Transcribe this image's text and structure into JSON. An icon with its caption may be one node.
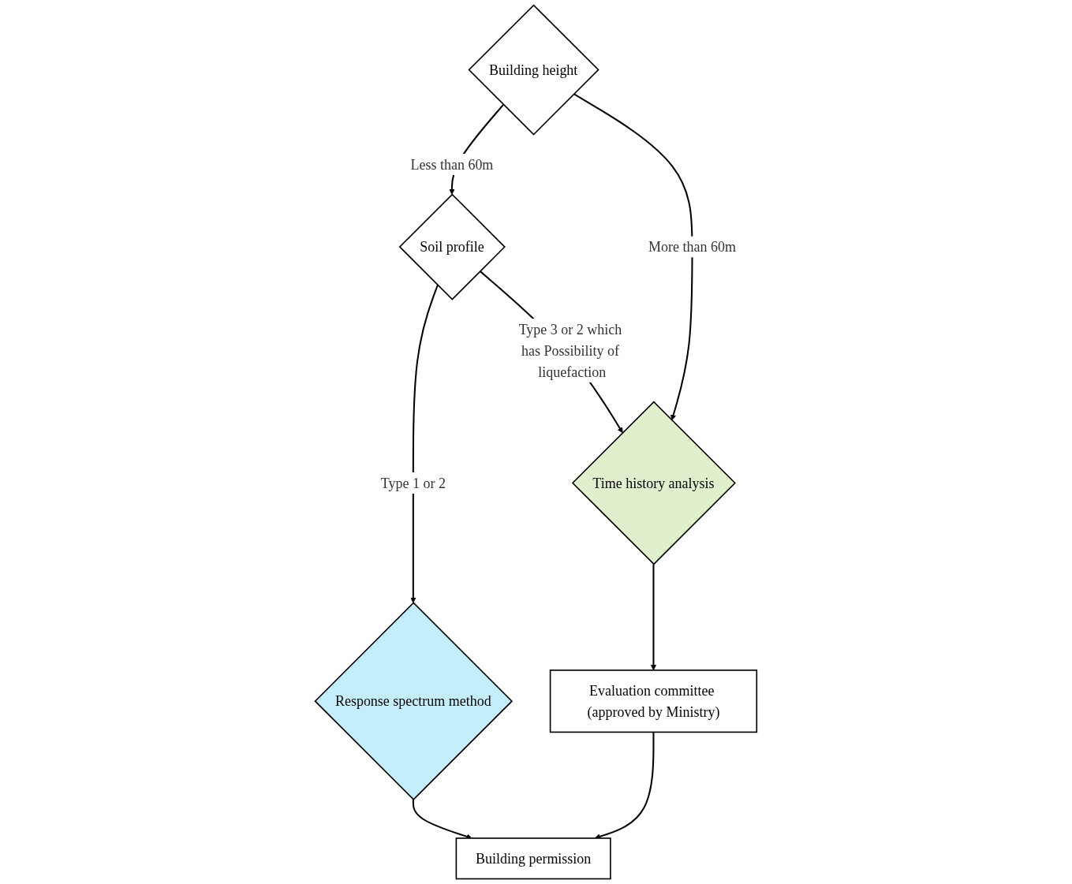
{
  "diagram": {
    "nodes": [
      {
        "text": [
          "Building height"
        ]
      },
      {
        "text": [
          "Soil profile"
        ]
      },
      {
        "text": [
          "Response spectrum method"
        ]
      },
      {
        "text": [
          "Time history analysis"
        ]
      },
      {
        "text": [
          "Evaluation committee (approved by Ministry)"
        ]
      },
      {
        "text": [
          "Building permission"
        ]
      }
    ],
    "edges": [
      {
        "from": 0,
        "to": 1,
        "arrow": "to",
        "label": "Less than 60m"
      },
      {
        "from": 0,
        "to": 3,
        "arrow": "to",
        "label": "More than 60m"
      },
      {
        "from": 1,
        "to": 2,
        "arrow": "to",
        "label": "Type 1 or 2"
      },
      {
        "from": 1,
        "to": 3,
        "arrow": "to",
        "label": "Type 3 or 2 which has Possibility of liquefaction"
      },
      {
        "from": 2,
        "to": 5,
        "arrow": "to"
      },
      {
        "from": 3,
        "to": 4,
        "arrow": "to"
      },
      {
        "from": 4,
        "to": 5,
        "arrow": "to"
      }
    ]
  }
}
